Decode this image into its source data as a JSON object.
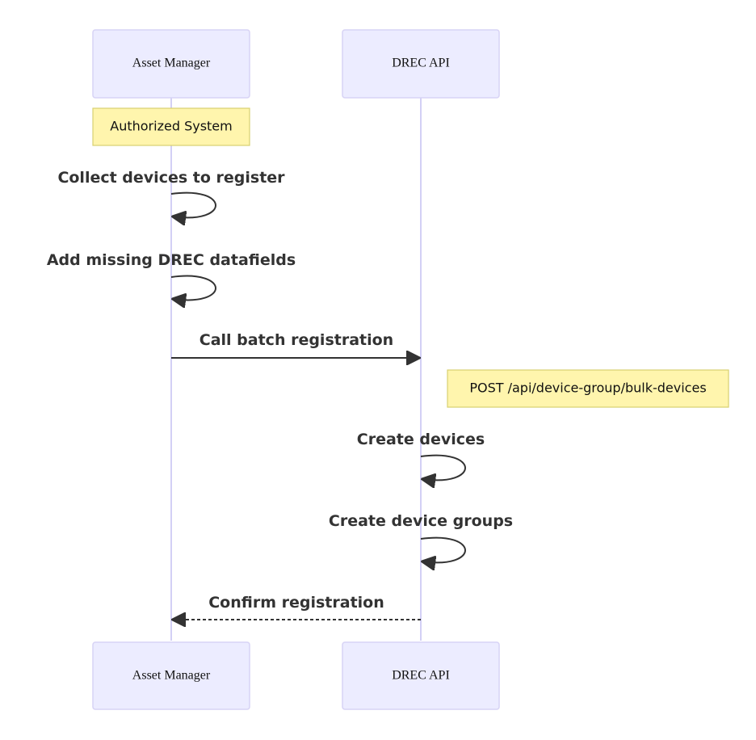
{
  "actors": {
    "asset_manager": {
      "label": "Asset Manager"
    },
    "drec_api": {
      "label": "DREC API"
    }
  },
  "notes": {
    "authorized_system": "Authorized System",
    "post_endpoint": "POST /api/device-group/bulk-devices"
  },
  "messages": {
    "collect_devices": "Collect devices to register",
    "add_missing_fields": "Add missing DREC datafields",
    "call_batch_registration": "Call batch registration",
    "create_devices": "Create devices",
    "create_device_groups": "Create device groups",
    "confirm_registration": "Confirm registration"
  },
  "colors": {
    "actor_fill": "#ececff",
    "actor_stroke": "#d7d3f5",
    "note_fill": "#fff5ad",
    "note_stroke": "#d7d071",
    "message_color": "#333333"
  }
}
